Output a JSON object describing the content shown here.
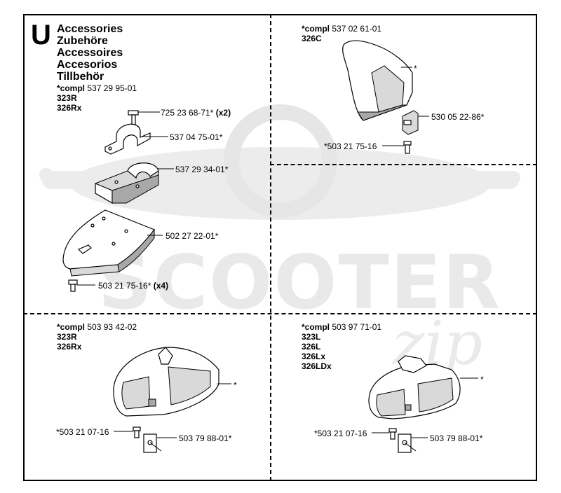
{
  "section": {
    "letter": "U",
    "titles": [
      "Accessories",
      "Zubehöre",
      "Accessoires",
      "Accesorios",
      "Tillbehör"
    ]
  },
  "kits": [
    {
      "compl_label": "*compl",
      "compl_number": "537 29 95-01",
      "models": [
        "323R",
        "326Rx"
      ]
    },
    {
      "compl_label": "*compl",
      "compl_number": "537 02 61-01",
      "models": [
        "326C"
      ]
    },
    {
      "compl_label": "*compl",
      "compl_number": "503 93 42-02",
      "models": [
        "323R",
        "326Rx"
      ]
    },
    {
      "compl_label": "*compl",
      "compl_number": "503 97 71-01",
      "models": [
        "323L",
        "326L",
        "326Lx",
        "326LDx"
      ]
    }
  ],
  "part_numbers": {
    "p1": {
      "number": "725 23 68-71*",
      "qty": "(x2)"
    },
    "p2": {
      "number": "537 04 75-01*"
    },
    "p3": {
      "number": "537 29 34-01*"
    },
    "p4": {
      "number": "502 27 22-01*"
    },
    "p5": {
      "number": "503 21 75-16*",
      "qty": "(x4)"
    },
    "p6": {
      "number": "530 05 22-86*"
    },
    "p7": {
      "number": "*503 21 75-16"
    },
    "p8": {
      "number": "*503 21 07-16"
    },
    "p9": {
      "number": "503 79 88-01*"
    },
    "p10": {
      "number": "*503 21 07-16"
    },
    "p11": {
      "number": "503 79 88-01*"
    }
  },
  "callout_star": "*",
  "watermark": {
    "text": "SCOOTER",
    "script": "zip"
  }
}
